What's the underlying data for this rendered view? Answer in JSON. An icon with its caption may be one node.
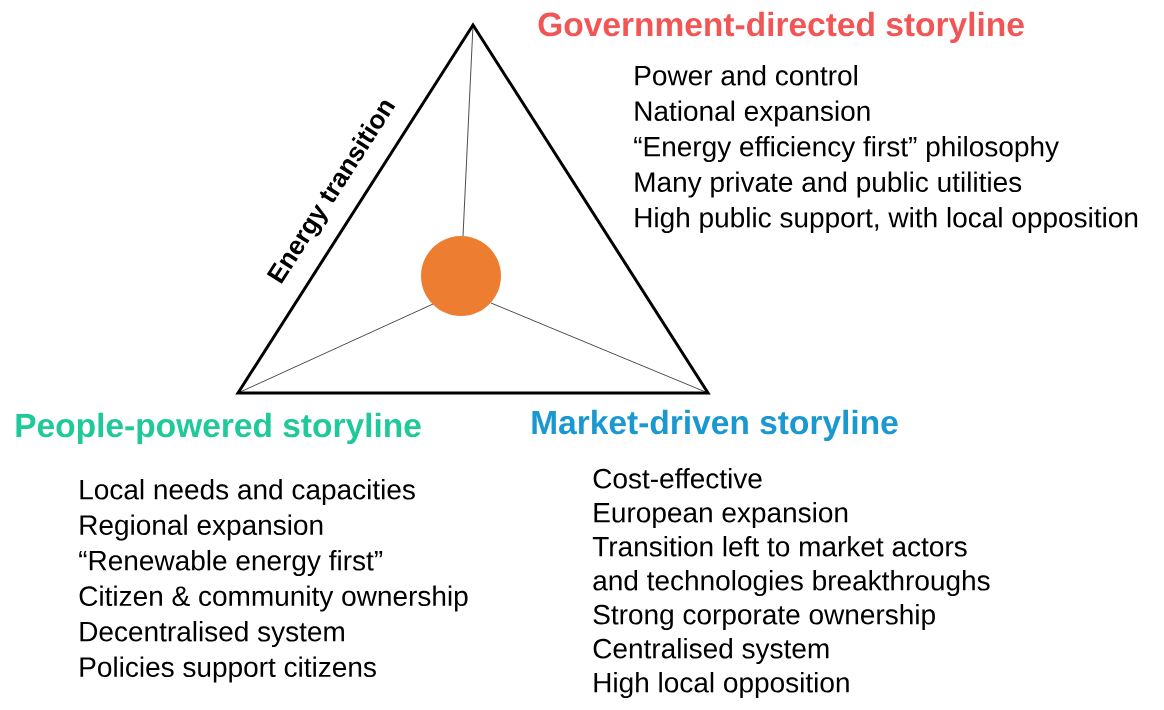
{
  "diagram": {
    "nodes": [
      {
        "text": [
          "Energy transition"
        ]
      },
      {
        "text": [],
        "shape": "circle",
        "in": 0
      },
      {
        "text": [
          "Government-directed storyline",
          "Power and control",
          "National expansion",
          "“Energy efficiency first” philosophy",
          "Many private and public utilities",
          "High public support, with local opposition"
        ]
      },
      {
        "text": [
          "People-powered storyline",
          "Local needs and capacities",
          "Regional expansion",
          "“Renewable energy first”",
          "Citizen & community ownership",
          "Decentralised system",
          "Policies support citizens"
        ]
      },
      {
        "text": [
          "Market-driven storyline",
          "Cost-effective",
          "European expansion",
          "Transition left to market actors and technologies breakthroughs",
          "Strong corporate ownership",
          "Centralised system",
          "High local opposition"
        ]
      }
    ]
  }
}
